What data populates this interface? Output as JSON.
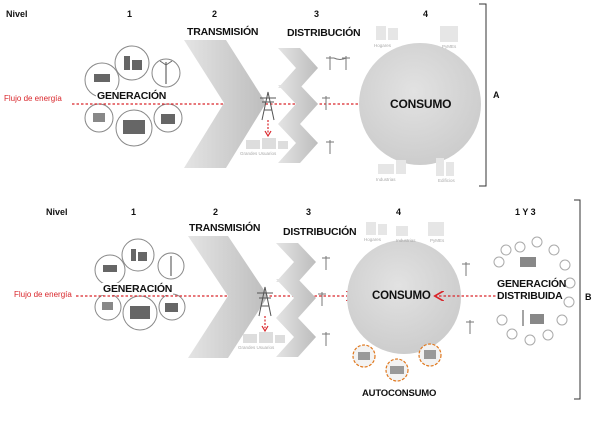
{
  "panel_a": {
    "header": {
      "nivel": "Nivel",
      "n1": "1",
      "n2": "2",
      "n3": "3",
      "n4": "4"
    },
    "flow_label": "Flujo de energía",
    "generacion": "GENERACIÓN",
    "transmision": "TRANSMISIÓN",
    "distribucion": "DISTRIBUCIÓN",
    "consumo": "CONSUMO",
    "grandes_usuarios": "Grandes Usuarios",
    "hogares": "Hogares",
    "pymes": "PyMEs",
    "industrias": "Industrias",
    "edificios": "Edificios",
    "bracket_label": "A"
  },
  "panel_b": {
    "header": {
      "nivel": "Nivel",
      "n1": "1",
      "n2": "2",
      "n3": "3",
      "n4": "4",
      "n13": "1 Y 3"
    },
    "flow_label": "Flujo de energía",
    "generacion": "GENERACIÓN",
    "transmision": "TRANSMISIÓN",
    "distribucion": "DISTRIBUCIÓN",
    "consumo": "CONSUMO",
    "generacion_distribuida_1": "GENERACIÓN",
    "generacion_distribuida_2": "DISTRIBUIDA",
    "autoconsumo": "AUTOCONSUMO",
    "grandes_usuarios": "Grandes Usuarios",
    "hogares": "Hogares",
    "industrias": "Industrias",
    "pymes": "PyMEs",
    "bracket_label": "B"
  },
  "colors": {
    "flow": "#d9262b",
    "auto": "#e0781e",
    "chevron": "#cfcfcf",
    "circle": "#d8d8d8"
  }
}
